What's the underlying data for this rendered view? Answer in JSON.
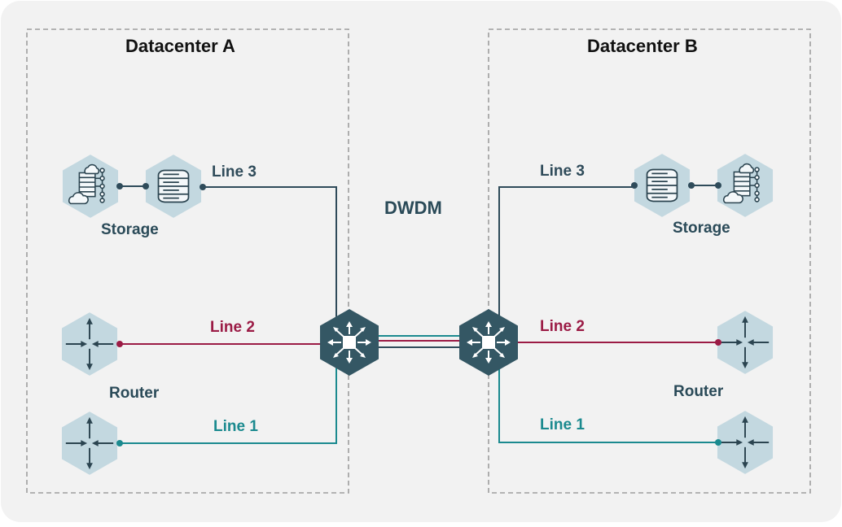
{
  "datacenter_a": {
    "title": "Datacenter A",
    "storage_label": "Storage",
    "router_label": "Router"
  },
  "datacenter_b": {
    "title": "Datacenter B",
    "storage_label": "Storage",
    "router_label": "Router"
  },
  "dwdm_label": "DWDM",
  "lines": {
    "line1": "Line 1",
    "line2": "Line 2",
    "line3": "Line 3"
  },
  "colors": {
    "background": "#f2f2f2",
    "line1": "#1b8a8f",
    "line2": "#9b1b45",
    "line3": "#2f4b5a",
    "node_fill": "#c3d8e0",
    "dwdm_fill": "#345764"
  },
  "icons": {
    "storage_cloud": "cloud-server-icon",
    "storage_db": "database-icon",
    "router": "router-arrows-icon",
    "dwdm": "dwdm-switch-icon"
  }
}
